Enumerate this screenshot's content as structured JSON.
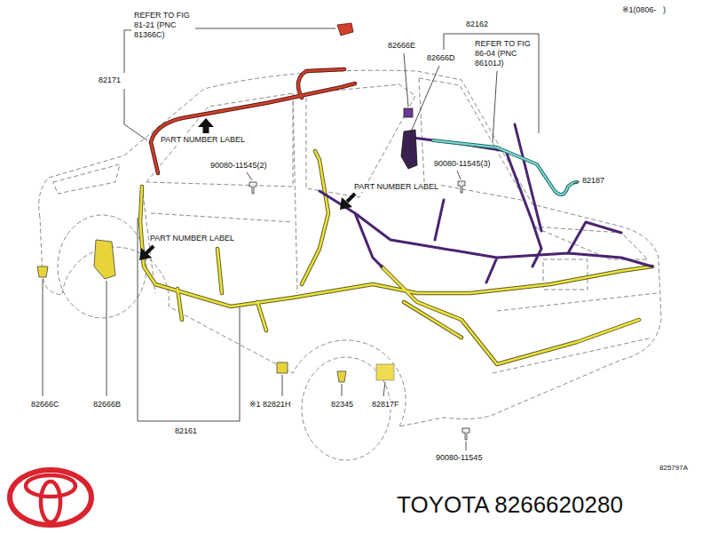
{
  "diagram": {
    "labels": [
      "※1(0806-   )",
      "REFER TO FIG 81-21 (PNC 81366C)",
      "82171",
      "82162",
      "82666E",
      "82666D",
      "REFER TO FIG 86-04 (PNC 86101J)",
      "PART NUMBER LABEL",
      "90080-11545(2)",
      "90080-11545(3)",
      "PART NUMBER LABEL",
      "82187",
      "PART NUMBER LABEL",
      "82666C",
      "82666B",
      "※1 82821H",
      "82345",
      "82817F",
      "82161",
      "90080-11545",
      "825797A",
      "TOYOTA 8266620280"
    ]
  }
}
